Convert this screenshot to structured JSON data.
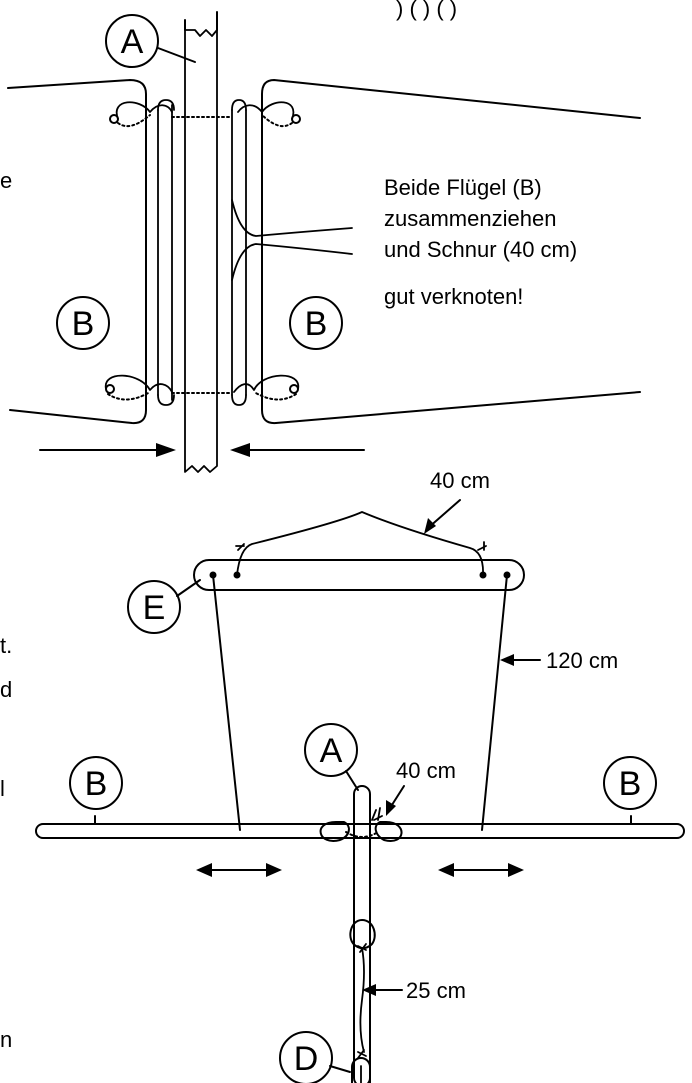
{
  "labels": {
    "mast": "A",
    "wing": "B",
    "spreader": "E",
    "tail": "D"
  },
  "note": {
    "lines": [
      "Beide Flügel (B)",
      "zusammenziehen",
      "und Schnur (40 cm)",
      "gut verknoten!"
    ]
  },
  "measurements": {
    "bridle_top": "40 cm",
    "bridle_side": "120 cm",
    "wing_tie": "40 cm",
    "tail_line": "25 cm"
  },
  "edge_text": {
    "top_fragment": ") ( ) ( )",
    "left_fragments": [
      "e",
      "t.",
      "d",
      "l",
      "n"
    ]
  }
}
